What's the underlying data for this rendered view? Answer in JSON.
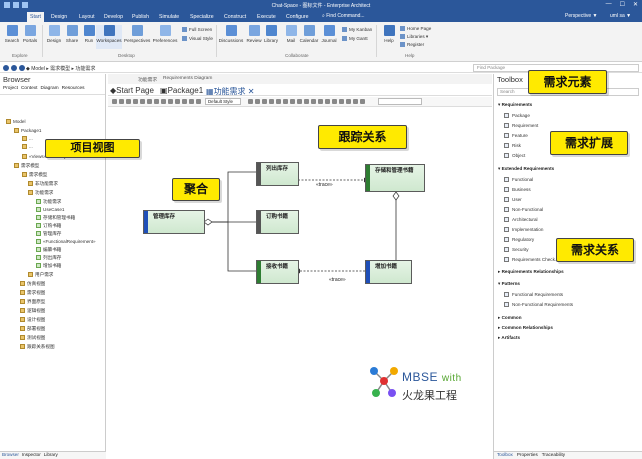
{
  "window": {
    "title": "Chat-Space - 图标文件 - Enterprise Architect"
  },
  "menu": {
    "tabs": [
      "Start",
      "Design",
      "Layout",
      "Develop",
      "Publish",
      "Simulate",
      "Specialize",
      "Construct",
      "Execute",
      "Configure"
    ],
    "find_command": "Find Command...",
    "perspective": "Perspective ▼",
    "user": "uml sa ▼"
  },
  "ribbon": {
    "buttons": [
      "Search",
      "Portals",
      "Design",
      "Share",
      "Run",
      "Workspaces",
      "Perspectives",
      "Preferences",
      "Discussions",
      "Review",
      "Library",
      "Mail",
      "Calendar",
      "Journal",
      "Help"
    ],
    "small": [
      "Full Screen",
      "Visual Style",
      "My Kanban",
      "My Gantt",
      "Home Page",
      "Libraries ▾",
      "Register"
    ],
    "groups": [
      "Explore",
      "Desktop",
      "Collaborate",
      "Help"
    ]
  },
  "address": {
    "path": "◆ Model ▸ 需求模型 ▸ 功能需求",
    "find_placeholder": "Find Package"
  },
  "browser": {
    "title": "Browser",
    "tabs": [
      "Project",
      "Context",
      "Diagram",
      "Resources"
    ],
    "tree": [
      "Model",
      "Package1",
      "...",
      "...",
      "«Views» ...ents by Status",
      "需求模型",
      "需求模型",
      "非功能需求",
      "功能需求",
      "功能需求",
      "UseCase1",
      "存储和管理书籍",
      "订购书籍",
      "管理库存",
      "«FunctionalRequirement»",
      "编纂书籍",
      "列出库存",
      "增加书籍",
      "用户需求",
      "仿真视图",
      "需求视图",
      "界面原型",
      "逻辑视图",
      "设计视图",
      "部署视图",
      "测试视图",
      "跟踪关系视图"
    ],
    "bottom_tabs": [
      "Browser",
      "Inspector",
      "Library"
    ]
  },
  "doc": {
    "top_tabs": [
      "功能需求",
      "Requirements Diagram"
    ],
    "view_tabs": [
      "Start Page",
      "Package1",
      "功能需求"
    ],
    "style": "Default Style"
  },
  "diagram": {
    "nodes": {
      "manage_stock": "管理库存",
      "list_stock": "列出库存",
      "store_manage": "存储和管理书籍",
      "order_books": "订购书籍",
      "receive_books": "接收书籍",
      "add_books": "增加书籍"
    },
    "trace_label_1": "«trace»",
    "trace_label_2": "«trace»"
  },
  "callouts": {
    "project_view": "项目视图",
    "aggregation": "聚合",
    "trace_relation": "跟踪关系",
    "req_elements": "需求元素",
    "req_extension": "需求扩展",
    "req_relation": "需求关系"
  },
  "logo": {
    "mbse": "MBSE",
    "with": "with",
    "cn": "火龙果工程"
  },
  "toolbox": {
    "title": "Toolbox",
    "search": "Search",
    "sections": {
      "requirements": "Requirements",
      "extended": "Extended Requirements",
      "relationships": "Requirements Relationships",
      "patterns": "Patterns",
      "common": "Common",
      "common_rel": "Common Relationships",
      "artifacts": "Artifacts"
    },
    "req_items": [
      "Package",
      "Requirement",
      "Feature",
      "Risk",
      "Object"
    ],
    "ext_items": [
      "Functional",
      "Business",
      "User",
      "Non-Functional",
      "Architectural",
      "Implementation",
      "Regulatory",
      "Security",
      "Requirements Check..."
    ],
    "pattern_items": [
      "Functional Requirements",
      "Non-Functional Requirements"
    ],
    "bottom_tabs": [
      "Toolbox",
      "Properties",
      "Traceability"
    ]
  },
  "colors": {
    "accent": "#2b579a",
    "callout": "#ffea00",
    "node_fill": "#d8eed8"
  }
}
